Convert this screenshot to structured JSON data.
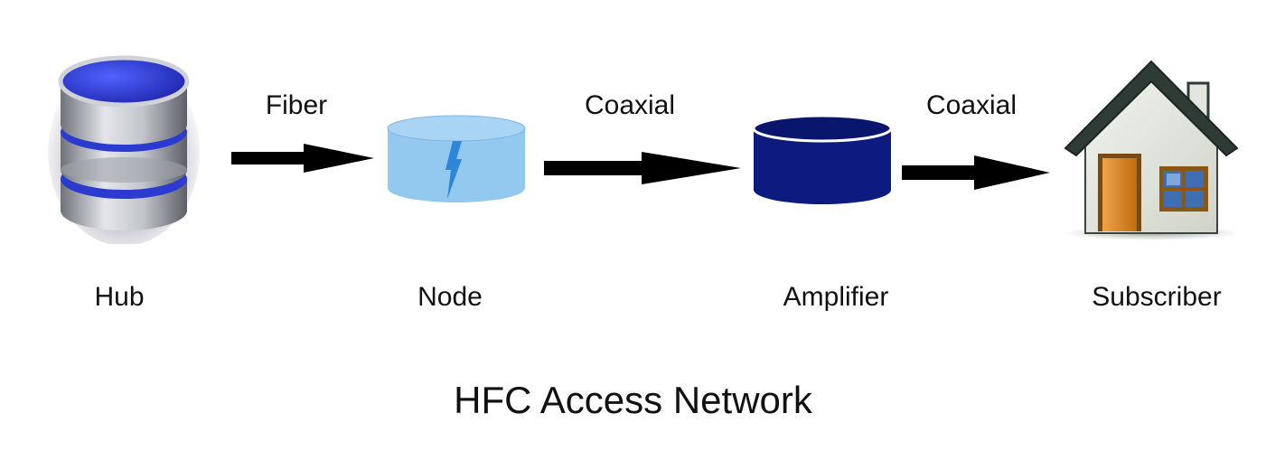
{
  "nodes": [
    {
      "id": "hub",
      "label": "Hub",
      "icon": "database-stack-icon"
    },
    {
      "id": "node",
      "label": "Node",
      "icon": "optical-node-cylinder-icon"
    },
    {
      "id": "amplifier",
      "label": "Amplifier",
      "icon": "amplifier-cylinder-icon"
    },
    {
      "id": "subscriber",
      "label": "Subscriber",
      "icon": "house-icon"
    }
  ],
  "edges": [
    {
      "from": "hub",
      "to": "node",
      "label": "Fiber"
    },
    {
      "from": "node",
      "to": "amplifier",
      "label": "Coaxial"
    },
    {
      "from": "amplifier",
      "to": "subscriber",
      "label": "Coaxial"
    }
  ],
  "caption": "HFC Access Network",
  "colors": {
    "hub_blue": "#2f3fd6",
    "hub_gray": "#9ea2a8",
    "node_light_blue": "#93c8ef",
    "node_lightning": "#2e86d8",
    "amplifier_navy": "#0d1a80",
    "arrow": "#000000",
    "house_wall": "#e2e6dc",
    "house_roof": "#2f3b35",
    "house_door": "#d37f1c",
    "house_window": "#3f6fb3"
  }
}
